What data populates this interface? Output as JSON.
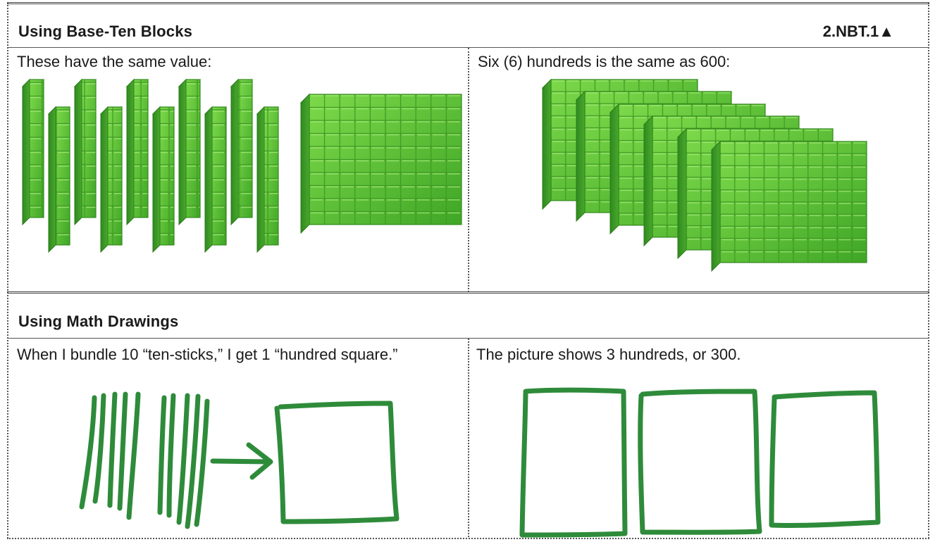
{
  "section1": {
    "title": "Using Base-Ten Blocks",
    "standard": "2.NBT.1▲",
    "left_caption": "These have the same value:",
    "right_caption": "Six (6) hundreds is the same as 600:"
  },
  "section2": {
    "title": "Using Math Drawings",
    "left_caption": "When I bundle 10 “ten-sticks,” I get 1 “hundred square.”",
    "right_caption": "The picture shows 3 hundreds, or 300."
  },
  "colors": {
    "block_green": "#5cc232",
    "block_dark": "#2f8a1e",
    "drawing_green": "#2e8b3a"
  }
}
